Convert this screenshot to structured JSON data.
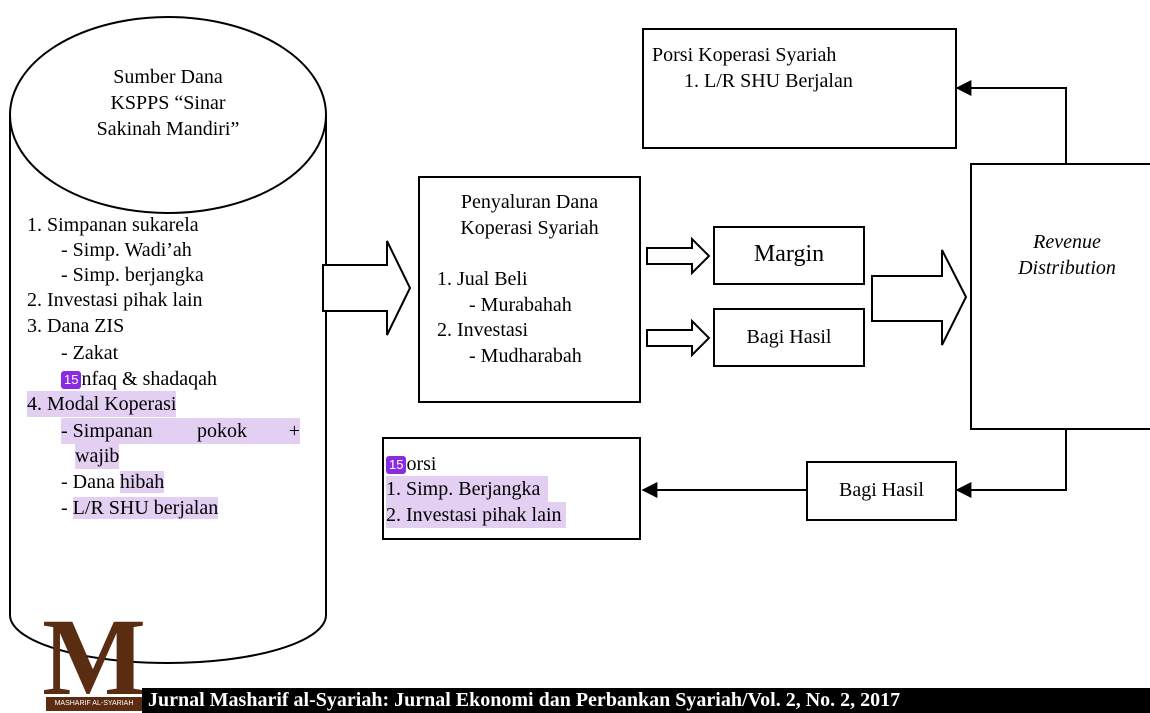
{
  "source": {
    "title_lines": [
      "Sumber Dana",
      "KSPPS “Sinar",
      "Sakinah Mandiri”"
    ],
    "items": [
      "1.  Simpanan sukarela",
      "- Simp. Wadi’ah",
      "- Simp. berjangka",
      "2.  Investasi pihak lain",
      "3.  Dana ZIS",
      "- Zakat",
      "nfaq & shadaqah",
      "4.  Modal Koperasi",
      "- Simpanan",
      "pokok",
      "+",
      "wajib",
      "- Dana ",
      "hibah",
      "- ",
      "L/R SHU berjalan"
    ],
    "badge": "15"
  },
  "distribution": {
    "title_lines": [
      "Penyaluran Dana",
      "Koperasi Syariah"
    ],
    "items": [
      "1.  Jual Beli",
      "- Murabahah",
      "2.  Investasi",
      "- Mudharabah"
    ]
  },
  "margin_label": "Margin",
  "bagi_hasil_label": "Bagi Hasil",
  "revenue_lines": [
    "Revenue",
    "Distribution"
  ],
  "porsi_koperasi": {
    "title": "Porsi Koperasi Syariah",
    "item": "1.  L/R SHU Berjalan"
  },
  "bagi_hasil_bottom_label": "Bagi Hasil",
  "porsi_anggota": {
    "badge": "15",
    "title": "orsi",
    "items": [
      "1.  Simp. Berjangka",
      "2.  Investasi pihak lain"
    ]
  },
  "footer": {
    "text": "Jurnal  Masharif  al-Syariah: Jurnal  Ekonomi  dan Perbankan  Syariah/Vol. 2, No. 2, 2017",
    "logo_letter": "M",
    "logo_caption": "MASHARIF AL-SYARIAH"
  }
}
